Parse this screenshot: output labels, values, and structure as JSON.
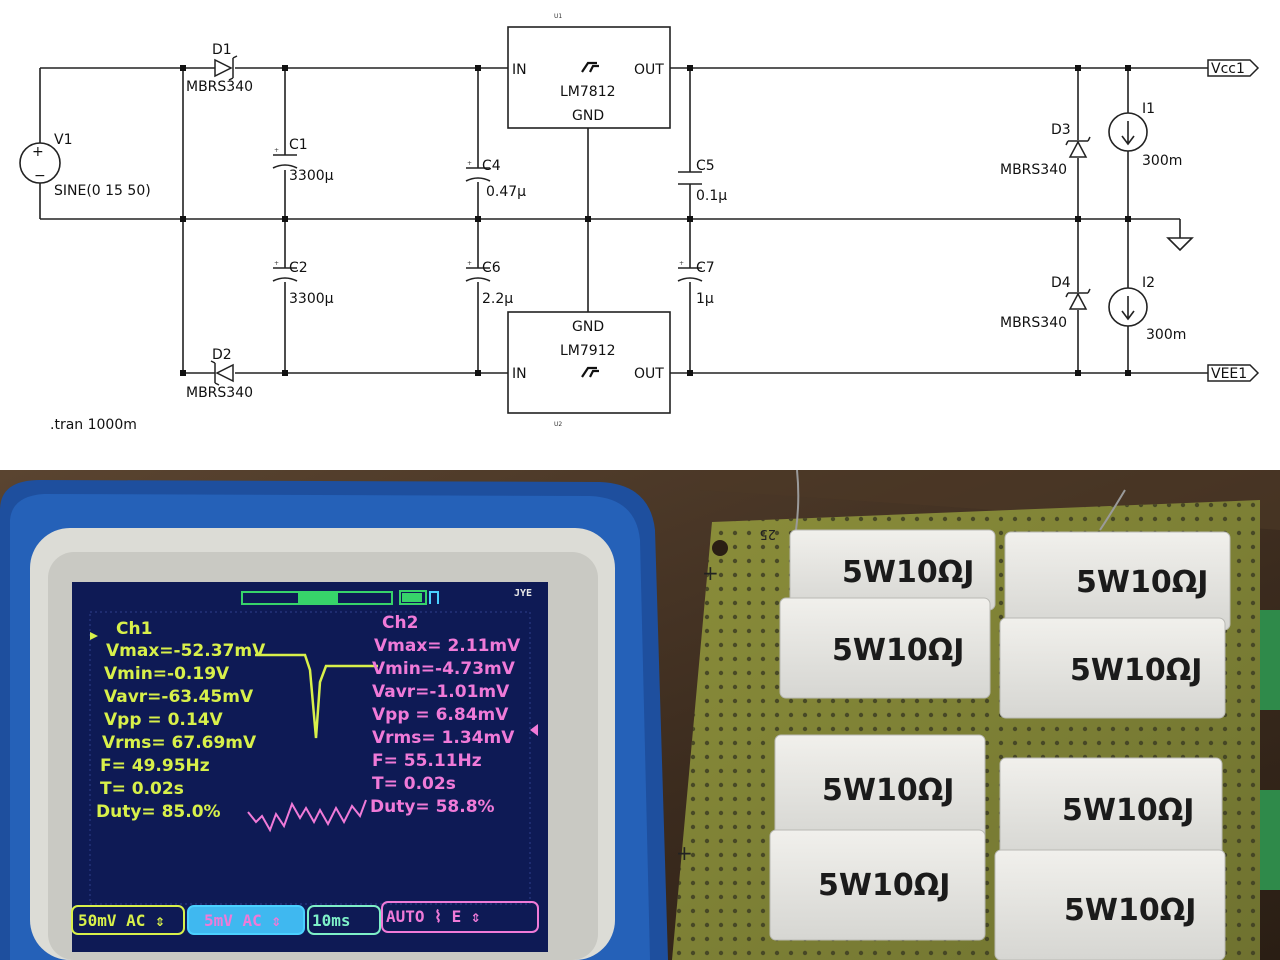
{
  "schematic": {
    "source": {
      "name": "V1",
      "value": "SINE(0 15 50)"
    },
    "diodes": [
      {
        "name": "D1",
        "part": "MBRS340"
      },
      {
        "name": "D2",
        "part": "MBRS340"
      },
      {
        "name": "D3",
        "part": "MBRS340"
      },
      {
        "name": "D4",
        "part": "MBRS340"
      }
    ],
    "capacitors": [
      {
        "name": "C1",
        "value": "3300µ"
      },
      {
        "name": "C2",
        "value": "3300µ"
      },
      {
        "name": "C4",
        "value": "0.47µ"
      },
      {
        "name": "C6",
        "value": "2.2µ"
      },
      {
        "name": "C5",
        "value": "0.1µ"
      },
      {
        "name": "C7",
        "value": "1µ"
      }
    ],
    "regulators": [
      {
        "ref": "U1",
        "part": "LM7812",
        "pin_in": "IN",
        "pin_out": "OUT",
        "pin_gnd": "GND"
      },
      {
        "ref": "U2",
        "part": "LM7912",
        "pin_in": "IN",
        "pin_out": "OUT",
        "pin_gnd": "GND"
      }
    ],
    "current_sources": [
      {
        "name": "I1",
        "value": "300m"
      },
      {
        "name": "I2",
        "value": "300m"
      }
    ],
    "net_labels": [
      "Vcc1",
      "VEE1"
    ],
    "directive": ".tran 1000m"
  },
  "photo": {
    "scope": {
      "brand": "JYE",
      "ch1": {
        "title": "Ch1",
        "lines": [
          "Vmax=-52.37mV",
          "Vmin=-0.19V",
          "Vavr=-63.45mV",
          "Vpp = 0.14V",
          "Vrms= 67.69mV",
          "F= 49.95Hz",
          "T= 0.02s",
          "Duty= 85.0%"
        ]
      },
      "ch2": {
        "title": "Ch2",
        "lines": [
          "Vmax= 2.11mV",
          "Vmin=-4.73mV",
          "Vavr=-1.01mV",
          "Vpp = 6.84mV",
          "Vrms= 1.34mV",
          "F= 55.11Hz",
          "T= 0.02s",
          "Duty= 58.8%"
        ]
      },
      "buttons": [
        "50mV AC ⇕",
        "5mV AC ⇕",
        "10ms",
        "AUTO  ⌇ E ⇕"
      ],
      "colors": {
        "ch1": "#d8f04a",
        "ch2": "#f07ad8",
        "timebase": "#7ef0c8",
        "accent": "#4ad0ff"
      }
    },
    "resistors": [
      "5W10ΩJ",
      "5W10ΩJ",
      "5W10ΩJ",
      "5W10ΩJ",
      "5W10ΩJ",
      "5W10ΩJ",
      "5W10ΩJ",
      "5W10ΩJ"
    ],
    "board_marks": [
      "25",
      "+",
      "+"
    ]
  }
}
